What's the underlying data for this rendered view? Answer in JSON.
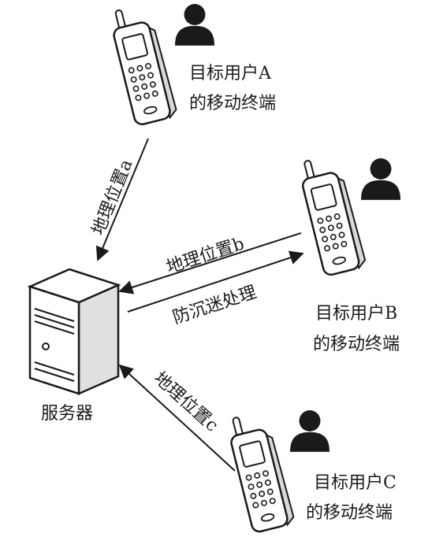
{
  "colors": {
    "ink": "#1a1a1a",
    "phone_body": "#ffffff",
    "person": "#1a1a1a"
  },
  "server": {
    "label": "服务器",
    "icon": "server-tower-icon"
  },
  "users": [
    {
      "id": "A",
      "line1": "目标用户A",
      "line2": "的移动终端",
      "phone_icon": "mobile-phone-icon",
      "person_icon": "person-icon"
    },
    {
      "id": "B",
      "line1": "目标用户B",
      "line2": "的移动终端",
      "phone_icon": "mobile-phone-icon",
      "person_icon": "person-icon"
    },
    {
      "id": "C",
      "line1": "目标用户C",
      "line2": "的移动终端",
      "phone_icon": "mobile-phone-icon",
      "person_icon": "person-icon"
    }
  ],
  "flows": [
    {
      "from": "A",
      "to": "server",
      "label": "地理位置a"
    },
    {
      "from": "B",
      "to": "server",
      "label": "地理位置b"
    },
    {
      "from": "server",
      "to": "B",
      "label": "防沉迷处理"
    },
    {
      "from": "C",
      "to": "server",
      "label": "地理位置c"
    }
  ]
}
